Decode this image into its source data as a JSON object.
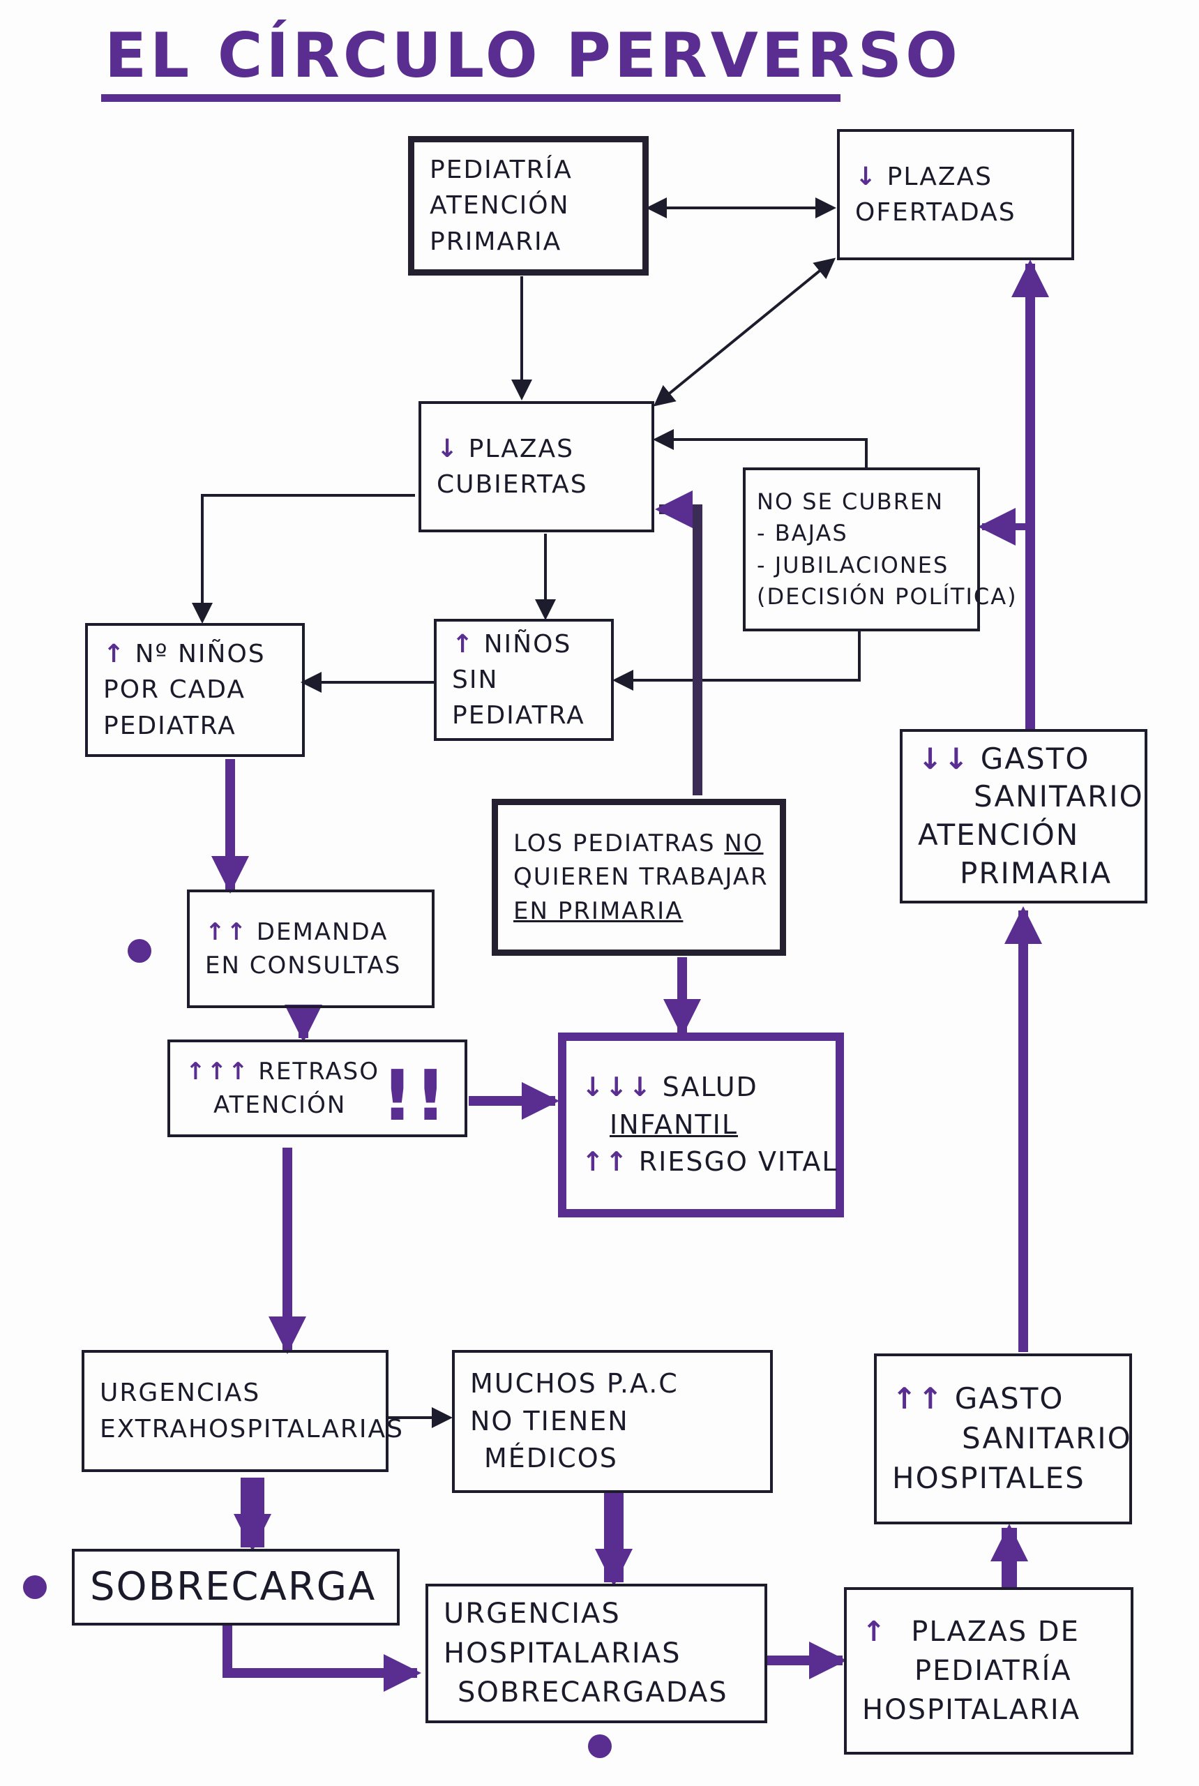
{
  "title": "EL CÍRCULO PERVERSO",
  "icons": {
    "down": "down-arrow-icon",
    "up": "up-arrow-icon",
    "warning": "double-exclamation-icon"
  },
  "colors": {
    "accent": "#5a2d91",
    "ink": "#1c1c2c"
  },
  "nodes": {
    "pediatria": {
      "lines": [
        "PEDIATRÍA",
        "ATENCIÓN",
        "PRIMARIA"
      ]
    },
    "plazas_ofertadas": {
      "marker": "↓",
      "lines": [
        "PLAZAS",
        "OFERTADAS"
      ]
    },
    "plazas_cubiertas": {
      "marker": "↓",
      "lines": [
        "PLAZAS",
        "CUBIERTAS"
      ]
    },
    "no_se_cubren": {
      "lines": [
        "NO SE CUBREN",
        "- BAJAS",
        "- JUBILACIONES",
        "(DECISIÓN POLÍTICA)"
      ]
    },
    "n_ninos": {
      "marker": "↑",
      "lines": [
        "Nº NIÑOS",
        "POR CADA",
        "PEDIATRA"
      ]
    },
    "ninos_sin": {
      "marker": "↑",
      "lines": [
        "NIÑOS",
        "SIN",
        "PEDIATRA"
      ]
    },
    "pediatras_no": {
      "lines": [
        "LOS PEDIATRAS ",
        "QUIEREN TRABAJAR",
        "EN PRIMARIA"
      ],
      "emph": "NO"
    },
    "gasto_primaria": {
      "marker": "↓↓",
      "lines": [
        "GASTO",
        "SANITARIO",
        "ATENCIÓN",
        "PRIMARIA"
      ]
    },
    "demanda": {
      "marker": "↑↑",
      "lines": [
        "DEMANDA",
        "EN CONSULTAS"
      ]
    },
    "retraso": {
      "marker": "↑↑↑",
      "lines": [
        "RETRASO",
        "ATENCIÓN"
      ],
      "alert": "!!"
    },
    "salud": {
      "marker": "↓↓↓",
      "marker2": "↑↑",
      "lines": [
        "SALUD",
        "INFANTIL",
        "RIESGO VITAL"
      ]
    },
    "urg_extra": {
      "lines": [
        "URGENCIAS",
        "EXTRAHOSPITALARIAS"
      ]
    },
    "pac": {
      "lines": [
        "MUCHOS P.A.C",
        "NO TIENEN",
        "MÉDICOS"
      ]
    },
    "gasto_hosp": {
      "marker": "↑↑",
      "lines": [
        "GASTO",
        "SANITARIO",
        "HOSPITALES"
      ]
    },
    "sobrecarga": {
      "lines": [
        "SOBRECARGA"
      ]
    },
    "urg_hosp": {
      "lines": [
        "URGENCIAS",
        "HOSPITALARIAS",
        "SOBRECARGADAS"
      ]
    },
    "plazas_hosp": {
      "marker": "↑",
      "lines": [
        "PLAZAS DE",
        "PEDIATRÍA",
        "HOSPITALARIA"
      ]
    }
  }
}
